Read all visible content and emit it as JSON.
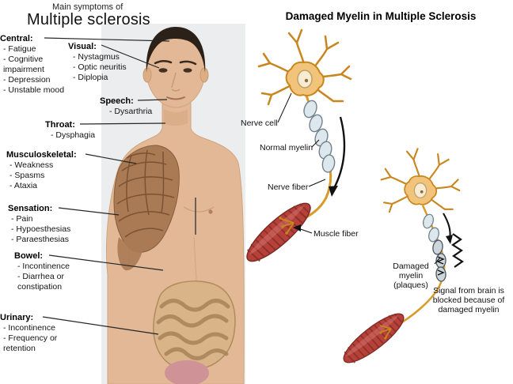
{
  "left_panel": {
    "title_small": "Main symptoms of",
    "title_large": "Multiple sclerosis",
    "groups": [
      {
        "name": "Central:",
        "items": [
          "- Fatigue",
          "- Cognitive impairment",
          "- Depression",
          "- Unstable mood"
        ]
      },
      {
        "name": "Visual:",
        "items": [
          "- Nystagmus",
          "- Optic neuritis",
          "- Diplopia"
        ]
      },
      {
        "name": "Speech:",
        "items": [
          "- Dysarthria"
        ]
      },
      {
        "name": "Throat:",
        "items": [
          "- Dysphagia"
        ]
      },
      {
        "name": "Musculoskeletal:",
        "items": [
          "- Weakness",
          "- Spasms",
          "- Ataxia"
        ]
      },
      {
        "name": "Sensation:",
        "items": [
          "- Pain",
          "- Hypoesthesias",
          "- Paraesthesias"
        ]
      },
      {
        "name": "Bowel:",
        "items": [
          "- Incontinence",
          "- Diarrhea or constipation"
        ]
      },
      {
        "name": "Urinary:",
        "items": [
          "- Incontinence",
          "- Frequency or retention"
        ]
      }
    ]
  },
  "right_panel": {
    "title": "Damaged Myelin in Multiple Sclerosis",
    "labels": {
      "nerve_cell": "Nerve cell",
      "normal_myelin": "Normal myelin",
      "nerve_fiber": "Nerve fiber",
      "muscle_fiber": "Muscle fiber",
      "damaged_myelin_line1": "Damaged myelin",
      "damaged_myelin_line2": "(plaques)",
      "blocked_signal": "Signal from brain is blocked because of damaged myelin"
    }
  },
  "colors": {
    "skin": "#e3b896",
    "muscle_red": "#b5413a",
    "myelin": "#dde8ee",
    "neuron": "#f2c37b",
    "line": "#262626"
  }
}
